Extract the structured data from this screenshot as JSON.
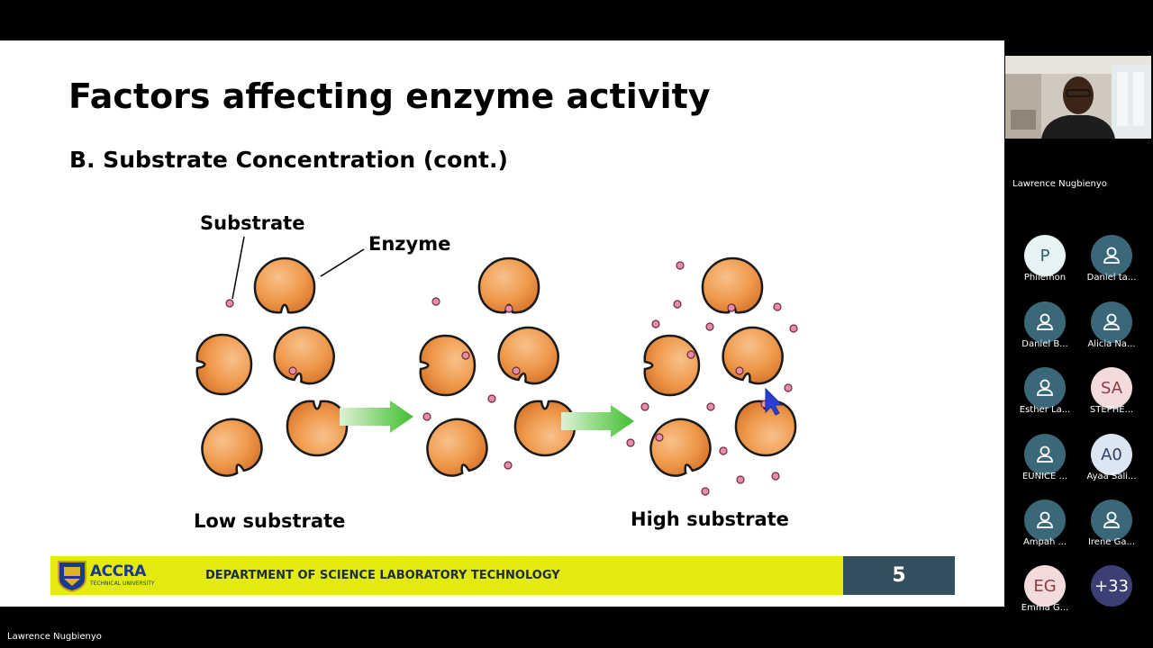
{
  "slide": {
    "title": "Factors affecting enzyme activity",
    "subtitle": "B. Substrate Concentration (cont.)",
    "diagram": {
      "label_substrate": "Substrate",
      "label_enzyme": "Enzyme",
      "label_low": "Low substrate",
      "label_high": "High substrate"
    },
    "footer": {
      "brand": "ACCRA",
      "brand_sub": "TECHNICAL UNIVERSITY",
      "department": "DEPARTMENT OF SCIENCE LABORATORY TECHNOLOGY",
      "page_number": "5"
    }
  },
  "meeting": {
    "speaker_name": "Lawrence Nugbienyo",
    "bottom_name": "Lawrence Nugbienyo",
    "participants": [
      {
        "initials": "P",
        "name": "Philemon",
        "avatar_bg": "#e6f3f4",
        "initials_color": "#2f5a66"
      },
      {
        "initials": "",
        "name": "Daniel ta...",
        "avatar_bg": "#3a6878"
      },
      {
        "initials": "",
        "name": "Daniel B...",
        "avatar_bg": "#3a6878"
      },
      {
        "initials": "",
        "name": "Alicia Na...",
        "avatar_bg": "#3a6878"
      },
      {
        "initials": "",
        "name": "Esther La...",
        "avatar_bg": "#3a6878"
      },
      {
        "initials": "SA",
        "name": "STEPHE...",
        "avatar_bg": "#f3dbdc",
        "initials_color": "#8a3d42"
      },
      {
        "initials": "",
        "name": "EUNICE ...",
        "avatar_bg": "#3a6878"
      },
      {
        "initials": "A0",
        "name": "Ayaa Sali...",
        "avatar_bg": "#dce6f2",
        "initials_color": "#2c3e66"
      },
      {
        "initials": "",
        "name": "Ampah ...",
        "avatar_bg": "#3a6878"
      },
      {
        "initials": "",
        "name": "Irene Ga...",
        "avatar_bg": "#3a6878"
      },
      {
        "initials": "EG",
        "name": "Emma G...",
        "avatar_bg": "#f3dbdc",
        "initials_color": "#8a3d42"
      },
      {
        "initials": "+33",
        "name": "",
        "avatar_bg": "#3b3f73",
        "initials_color": "#ffffff"
      }
    ]
  }
}
